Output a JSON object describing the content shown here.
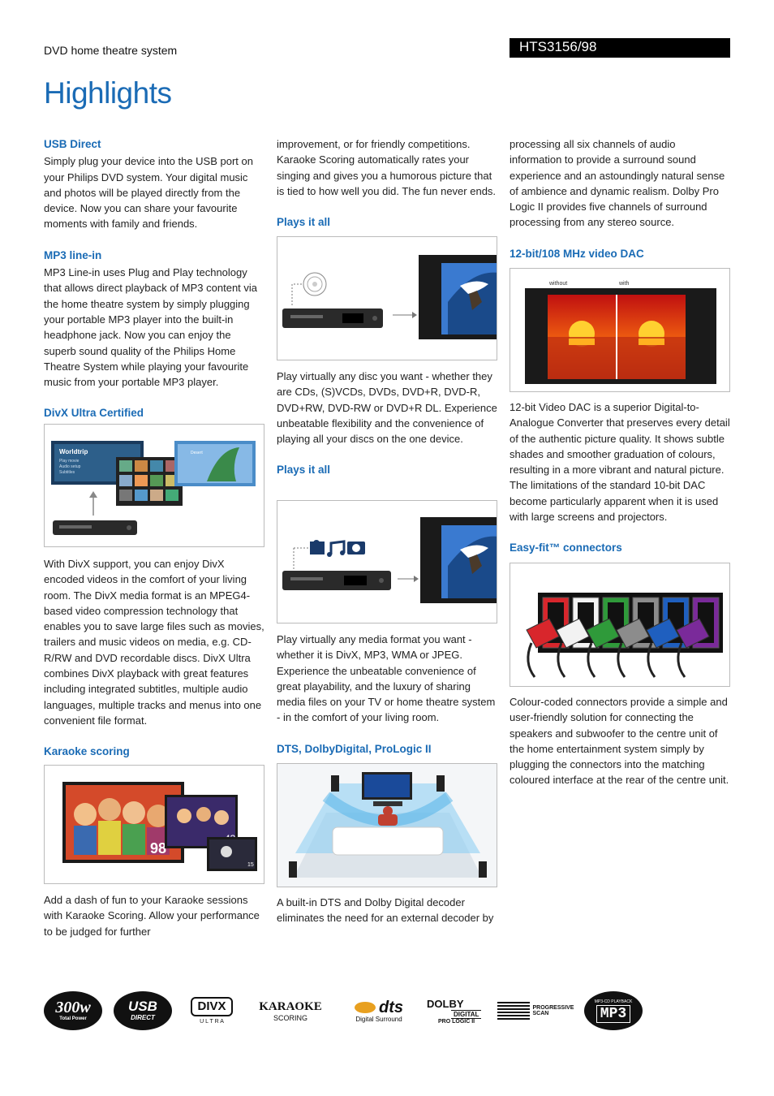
{
  "header": {
    "subtitle": "DVD home theatre system",
    "model": "HTS3156/98",
    "headline": "Highlights"
  },
  "col1": {
    "usb_title": "USB Direct",
    "usb_text": "Simply plug your device into the USB port on your Philips DVD system. Your digital music and photos will be played directly from the device. Now you can share your favourite moments with family and friends.",
    "mp3_title": "MP3 line-in",
    "mp3_text": "MP3 Line-in uses Plug and Play technology that allows direct playback of MP3 content via the home theatre system by simply plugging your portable MP3 player into the built-in headphone jack. Now you can enjoy the superb sound quality of the Philips Home Theatre System while playing your favourite music from your portable MP3 player.",
    "divx_title": "DivX Ultra Certified",
    "divx_img": {
      "menu_title": "Worldtrip",
      "menu_items": [
        "Play movie",
        "Audio setup",
        "Subtitles"
      ],
      "thumb_label": "Desert"
    },
    "divx_text": "With DivX support, you can enjoy DivX encoded videos in the comfort of your living room. The DivX media format is an MPEG4-based video compression technology that enables you to save large files such as movies, trailers and music videos on media, e.g. CD-R/RW and DVD recordable discs. DivX Ultra combines DivX playback with great features including integrated subtitles, multiple audio languages, multiple tracks and menus into one convenient file format.",
    "karaoke_title": "Karaoke scoring",
    "karaoke_img": {
      "score1": "98",
      "score2": "43",
      "score3": "15"
    },
    "karaoke_text": "Add a dash of fun to your Karaoke sessions with Karaoke Scoring. Allow your performance to be judged for further"
  },
  "col2": {
    "cont_text": "improvement, or for friendly competitions. Karaoke Scoring automatically rates your singing and gives you a humorous picture that is tied to how well you did. The fun never ends.",
    "plays1_title": "Plays it all",
    "plays1_text": "Play virtually any disc you want - whether they are CDs, (S)VCDs, DVDs, DVD+R, DVD-R, DVD+RW, DVD-RW or DVD+R DL. Experience unbeatable flexibility and the convenience of playing all your discs on the one device.",
    "plays2_title": "Plays it all",
    "plays2_text": "Play virtually any media format you want - whether it is DivX, MP3, WMA or JPEG. Experience the unbeatable convenience of great playability, and the luxury of sharing media files on your TV or home theatre system - in the comfort of your living room.",
    "dts_title": "DTS, DolbyDigital, ProLogic II",
    "dts_text": "A built-in DTS and Dolby Digital decoder eliminates the need for an external decoder by"
  },
  "col3": {
    "cont_text": "processing all six channels of audio information to provide a surround sound experience and an astoundingly natural sense of ambience and dynamic realism. Dolby Pro Logic II provides five channels of surround processing from any stereo source.",
    "dac_title": "12-bit/108 MHz video DAC",
    "dac_img": {
      "label_without": "without",
      "label_with": "with"
    },
    "dac_text": "12-bit Video DAC is a superior Digital-to-Analogue Converter that preserves every detail of the authentic picture quality. It shows subtle shades and smoother graduation of colours, resulting in a more vibrant and natural picture. The limitations of the standard 10-bit DAC become particularly apparent when it is used with large screens and projectors.",
    "easyfit_title": "Easy-fit™ connectors",
    "easyfit_text": "Colour-coded connectors provide a simple and user-friendly solution for connecting the speakers and subwoofer to the centre unit of the home entertainment system simply by plugging the connectors into the matching coloured interface at the rear of the centre unit."
  },
  "badges": {
    "power_value": "300w",
    "power_label": "Total Power",
    "usb_label": "USB",
    "usb_sub": "DIRECT",
    "divx_label": "DIVX",
    "divx_sub": "U L T R A",
    "karaoke_label": "KARAOKE",
    "karaoke_sub": "SCORING",
    "dts_label": "dts",
    "dts_sub": "Digital Surround",
    "dolby_label": "DOLBY",
    "dolby_sub1": "DIGITAL",
    "dolby_sub2": "PRO LOGIC II",
    "progressive_label1": "PROGRESSIVE",
    "progressive_label2": "SCAN",
    "mp3_top": "MP3-CD PLAYBACK",
    "mp3_label": "MP3"
  },
  "colors": {
    "accent": "#1a6bb5",
    "connector_red": "#d8262c",
    "connector_white": "#f2f2f2",
    "connector_green": "#2f9a3a",
    "connector_gray": "#8c8c8c",
    "connector_blue": "#1f5fbf",
    "connector_purple": "#7a2a9a"
  }
}
